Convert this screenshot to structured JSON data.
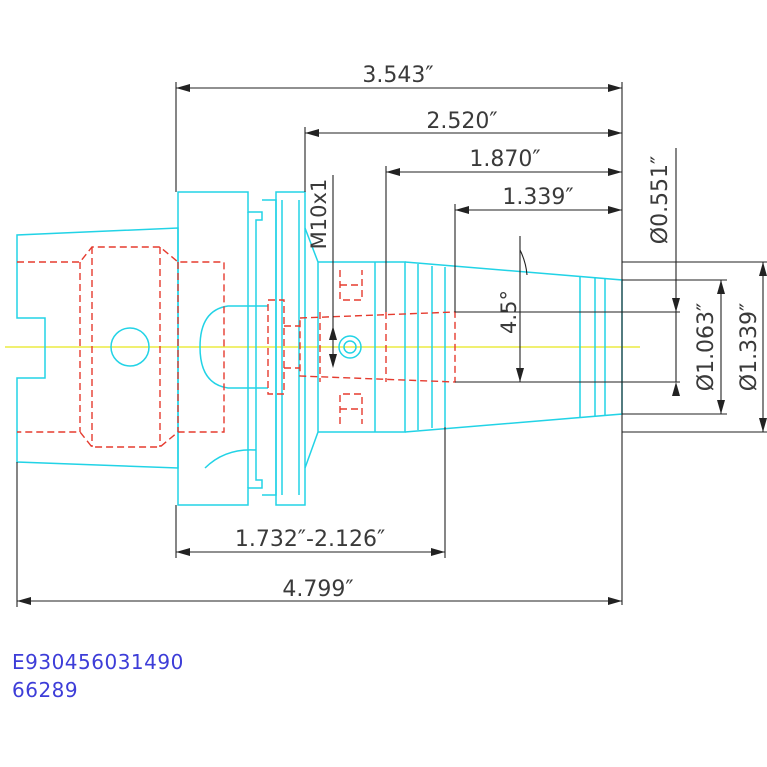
{
  "dimensions": {
    "overall_length": "4.799″",
    "length_3543": "3.543″",
    "length_2520": "2.520″",
    "length_1870": "1.870″",
    "length_1339": "1.339″",
    "adjust_range": "1.732″-2.126″",
    "thread": "M10x1",
    "angle": "4.5°",
    "dia_0551": "Ø0.551″",
    "dia_1063": "Ø1.063″",
    "dia_1339": "Ø1.339″"
  },
  "codes": {
    "part_number": "E930456031490",
    "item_number": "66289"
  },
  "colors": {
    "part_outline": "#22d3e6",
    "hidden_lines": "#e53b2f",
    "center_line": "#e6e61c",
    "dimension_lines": "#222222",
    "code_text": "#3d3dd8"
  }
}
